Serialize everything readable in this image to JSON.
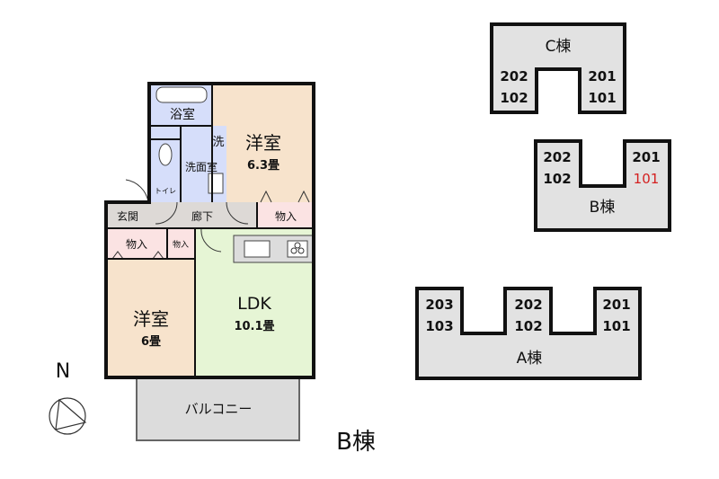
{
  "floor_plan": {
    "rooms": {
      "bath": "浴室",
      "washroom": "洗面室",
      "washer_mark": "洗",
      "toilet": "トイレ",
      "western_room_1": {
        "name": "洋室",
        "size": "6.3畳"
      },
      "entrance": "玄関",
      "hallway": "廊下",
      "closet_1": "物入",
      "closet_2": "物入",
      "closet_3": "物入",
      "western_room_2": {
        "name": "洋室",
        "size": "6畳"
      },
      "ldk": {
        "name": "LDK",
        "size": "10.1畳"
      },
      "balcony": "バルコニー"
    },
    "compass_label": "N",
    "building_label": "B棟"
  },
  "site_map": {
    "buildings": [
      {
        "name": "C棟",
        "left_units": [
          "202",
          "102"
        ],
        "right_units": [
          "201",
          "101"
        ]
      },
      {
        "name": "B棟",
        "left_units": [
          "202",
          "102"
        ],
        "right_units": [
          "201",
          "101"
        ],
        "highlighted_unit": "101"
      },
      {
        "name": "A棟",
        "left_units": [
          "203",
          "103"
        ],
        "middle_units": [
          "202",
          "102"
        ],
        "right_units": [
          "201",
          "101"
        ]
      }
    ],
    "highlight_color": "#d42020"
  }
}
